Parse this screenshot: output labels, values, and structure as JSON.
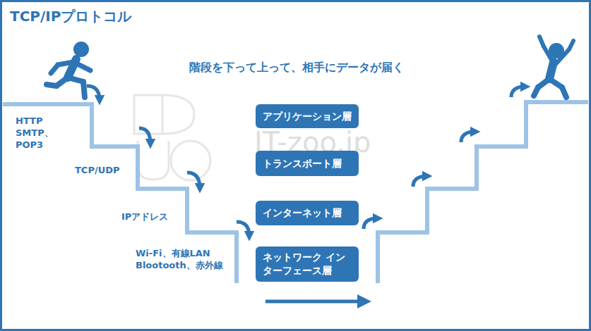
{
  "diagram": {
    "title": "TCP/IPプロトコル",
    "nodes": [
      {
        "text": [
          "アプリケーション層"
        ]
      },
      {
        "text": [
          "トランスポート層"
        ]
      },
      {
        "text": [
          "インターネット層"
        ]
      },
      {
        "text": [
          "ネットワーク インターフェース層"
        ]
      }
    ],
    "labels": [
      "階段を下って上って、相手にデータが届く",
      "HTTP SMTP、POP3",
      "TCP/UDP",
      "IPアドレス",
      "Wi-Fi、有線LAN Blootooth、赤外線",
      "IT-zoo.jp"
    ]
  }
}
